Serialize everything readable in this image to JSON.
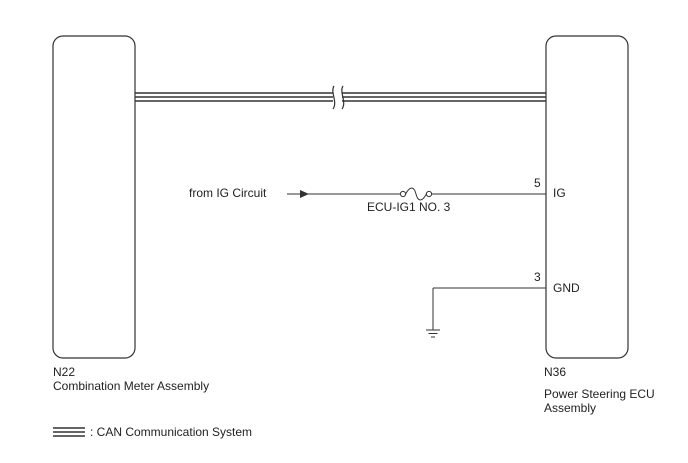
{
  "left_component": {
    "code": "N22",
    "name": "Combination Meter Assembly"
  },
  "right_component": {
    "code": "N36",
    "name_line1": "Power Steering ECU",
    "name_line2": "Assembly"
  },
  "ig_circuit": {
    "source_label": "from IG Circuit",
    "fuse_label": "ECU-IG1 NO. 3",
    "pin_number": "5",
    "terminal": "IG"
  },
  "ground_circuit": {
    "pin_number": "3",
    "terminal": "GND"
  },
  "legend": {
    "label": ": CAN Communication System"
  },
  "colors": {
    "line": "#333333",
    "box_border": "#333333"
  }
}
